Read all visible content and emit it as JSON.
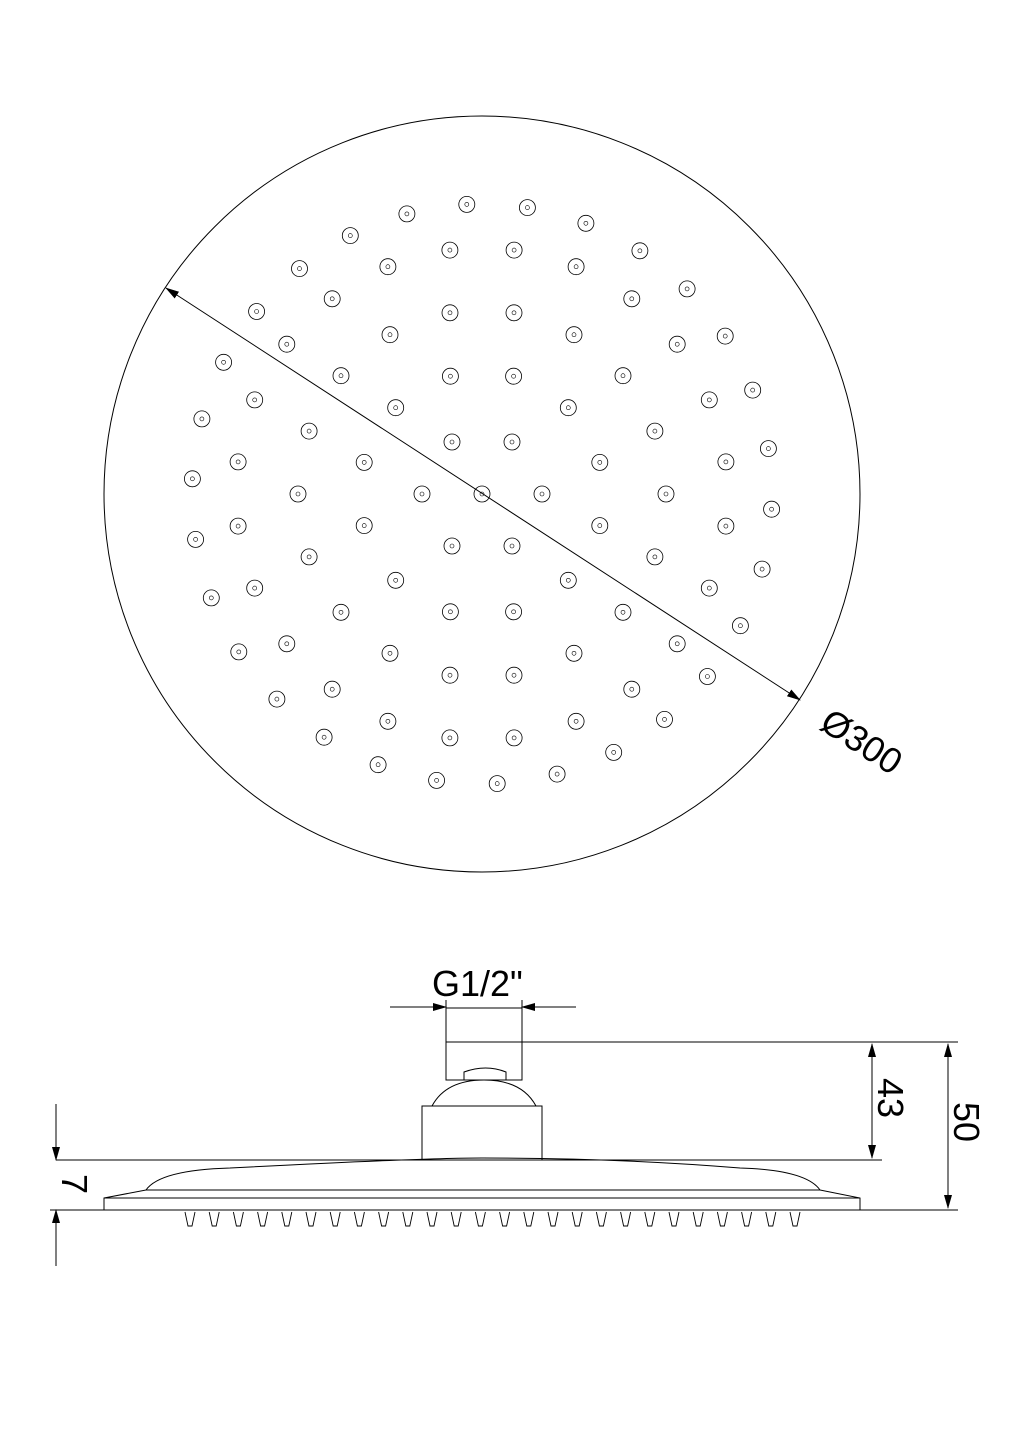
{
  "drawing": {
    "line_color": "#000000",
    "background": "#ffffff"
  },
  "top_view": {
    "diameter_label": "Ø300",
    "nozzles_shown": true
  },
  "side_view": {
    "thread_label": "G1/2\"",
    "height_to_arm_label": "43",
    "total_height_label": "50",
    "plate_thickness_label": "7"
  }
}
